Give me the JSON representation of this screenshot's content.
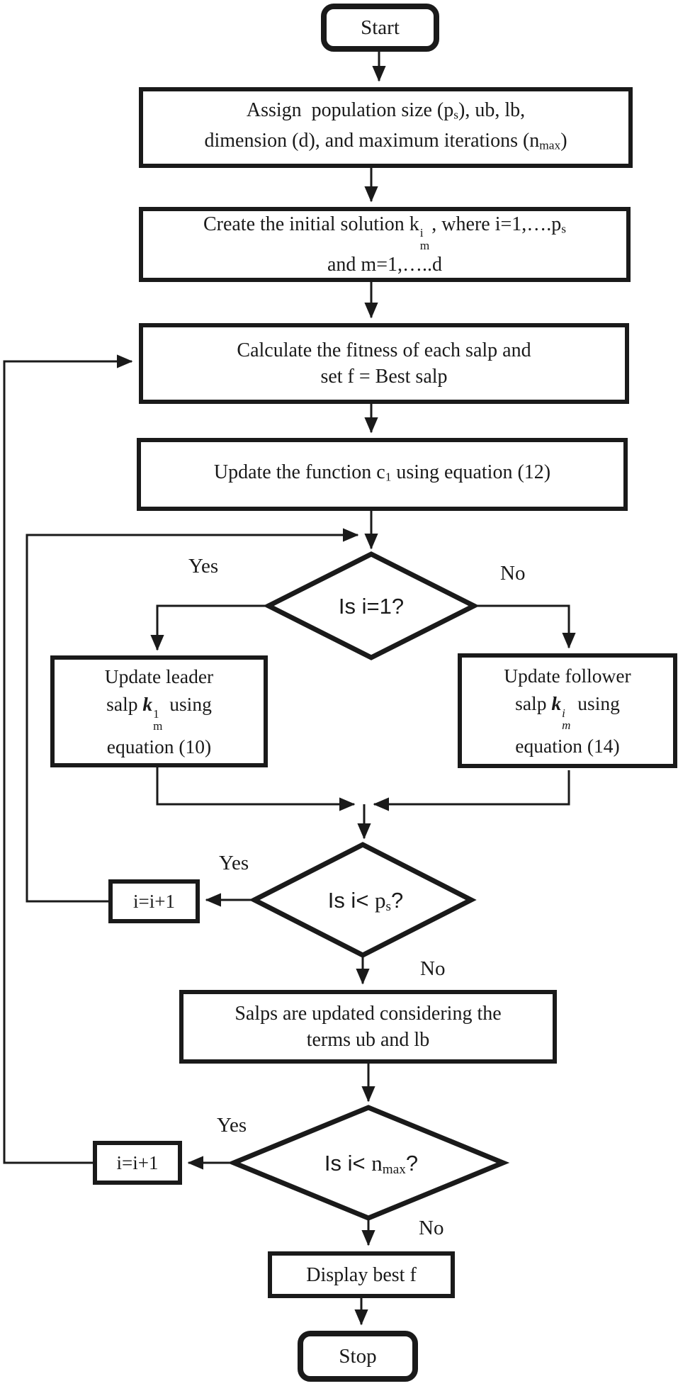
{
  "flowchart": {
    "colors": {
      "ink": "#1a1a1a",
      "background": "#ffffff"
    },
    "nodes": {
      "start": {
        "label": "Start"
      },
      "assign": {
        "line1": [
          {
            "t": "Assign  population size (p"
          },
          {
            "t": "s",
            "v": "sub"
          },
          {
            "t": "), ub, lb,"
          }
        ],
        "line2": [
          {
            "t": "dimension (d), and maximum iterations (n"
          },
          {
            "t": "max",
            "v": "sub"
          },
          {
            "t": ")"
          }
        ]
      },
      "create": {
        "line1": [
          {
            "t": "Create the initial solution k"
          },
          {
            "stack": {
              "over": "i",
              "under": "m"
            }
          },
          {
            "t": ", where i=1,….p"
          },
          {
            "t": "s",
            "v": "sub"
          }
        ],
        "line2": [
          {
            "t": "and m=1,…..d"
          }
        ]
      },
      "fitness": {
        "line1": [
          {
            "t": "Calculate the fitness of each salp and"
          }
        ],
        "line2": [
          {
            "t": "set f = Best salp"
          }
        ]
      },
      "update_c1": {
        "line1": [
          {
            "t": "Update the function c"
          },
          {
            "t": "1",
            "v": "sub"
          },
          {
            "t": " using equation (12)"
          }
        ]
      },
      "decision_is_i_1": {
        "segments": [
          {
            "t": "Is i=1?"
          }
        ]
      },
      "leader": {
        "line1": [
          {
            "t": "Update leader"
          }
        ],
        "line2": [
          {
            "t": "salp "
          },
          {
            "t": "k",
            "cls": "kvar"
          },
          {
            "stack": {
              "over": "1",
              "under": "m"
            }
          },
          {
            "t": " using"
          }
        ],
        "line3": [
          {
            "t": "equation (10)"
          }
        ]
      },
      "follower": {
        "line1": [
          {
            "t": "Update follower"
          }
        ],
        "line2": [
          {
            "t": "salp "
          },
          {
            "t": "k",
            "cls": "kvar"
          },
          {
            "stack": {
              "over": "i",
              "under": "m",
              "italic": true
            }
          },
          {
            "t": " using"
          }
        ],
        "line3": [
          {
            "t": "equation (14)"
          }
        ]
      },
      "decision_is_i_ps": {
        "segments": [
          {
            "t": "Is i< "
          },
          {
            "t": "p",
            "cls": "ser"
          },
          {
            "t": "s",
            "v": "sub",
            "cls": "ser"
          },
          {
            "t": "?"
          }
        ]
      },
      "increment1": {
        "label": "i=i+1"
      },
      "bounds": {
        "line1": [
          {
            "t": "Salps are updated considering the"
          }
        ],
        "line2": [
          {
            "t": "terms ub and lb"
          }
        ]
      },
      "decision_is_i_nmax": {
        "segments": [
          {
            "t": "Is i< "
          },
          {
            "t": "n",
            "cls": "ser"
          },
          {
            "t": "max",
            "v": "sub",
            "cls": "ser"
          },
          {
            "t": "?"
          }
        ]
      },
      "increment2": {
        "label": "i=i+1"
      },
      "display_best": {
        "label": "Display best f"
      },
      "stop": {
        "label": "Stop"
      }
    },
    "edge_labels": {
      "yes1": "Yes",
      "no1": "No",
      "yes2": "Yes",
      "no2": "No",
      "yes3": "Yes",
      "no3": "No"
    }
  }
}
